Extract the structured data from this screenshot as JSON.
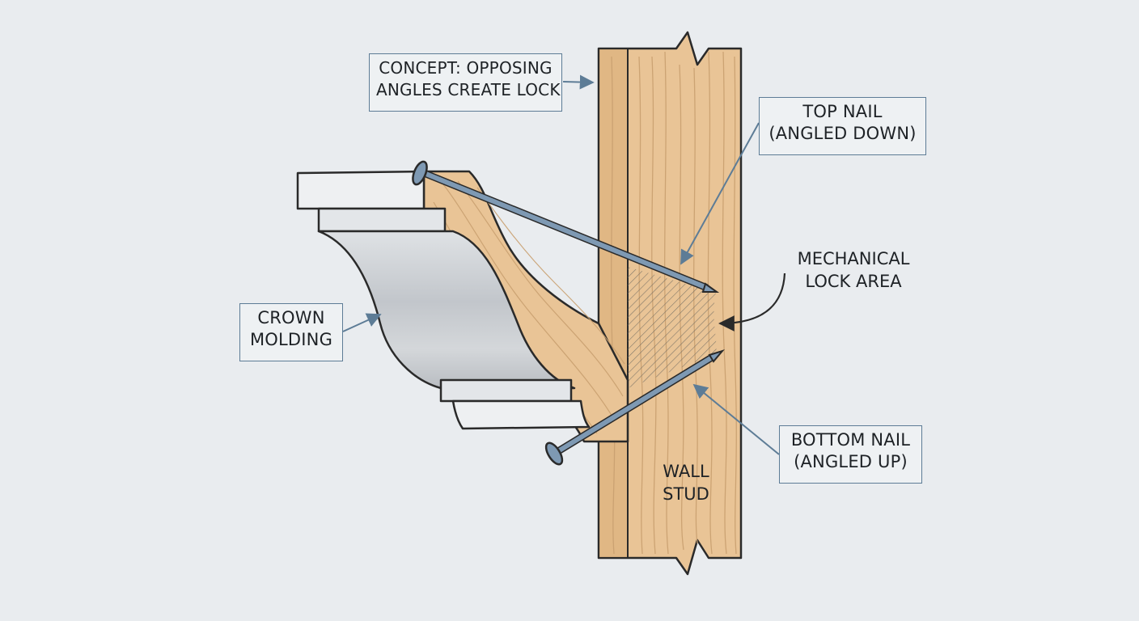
{
  "labels": {
    "concept": [
      "CONCEPT: OPPOSING",
      "ANGLES CREATE LOCK"
    ],
    "top_nail": [
      "TOP NAIL",
      "(ANGLED DOWN)"
    ],
    "mechanical_lock": [
      "MECHANICAL",
      "LOCK AREA"
    ],
    "crown_molding": [
      "CROWN",
      "MOLDING"
    ],
    "bottom_nail": [
      "BOTTOM NAIL",
      "(ANGLED UP)"
    ],
    "wall_stud": [
      "WALL",
      "STUD"
    ]
  },
  "colors": {
    "background": "#e9ecef",
    "wood": "#e9c496",
    "wood_grain": "#c9a070",
    "molding_face": "#c8ccd1",
    "nail": "#7e99b3",
    "callout_line": "#5d7c96",
    "outline": "#2a2a2a"
  }
}
